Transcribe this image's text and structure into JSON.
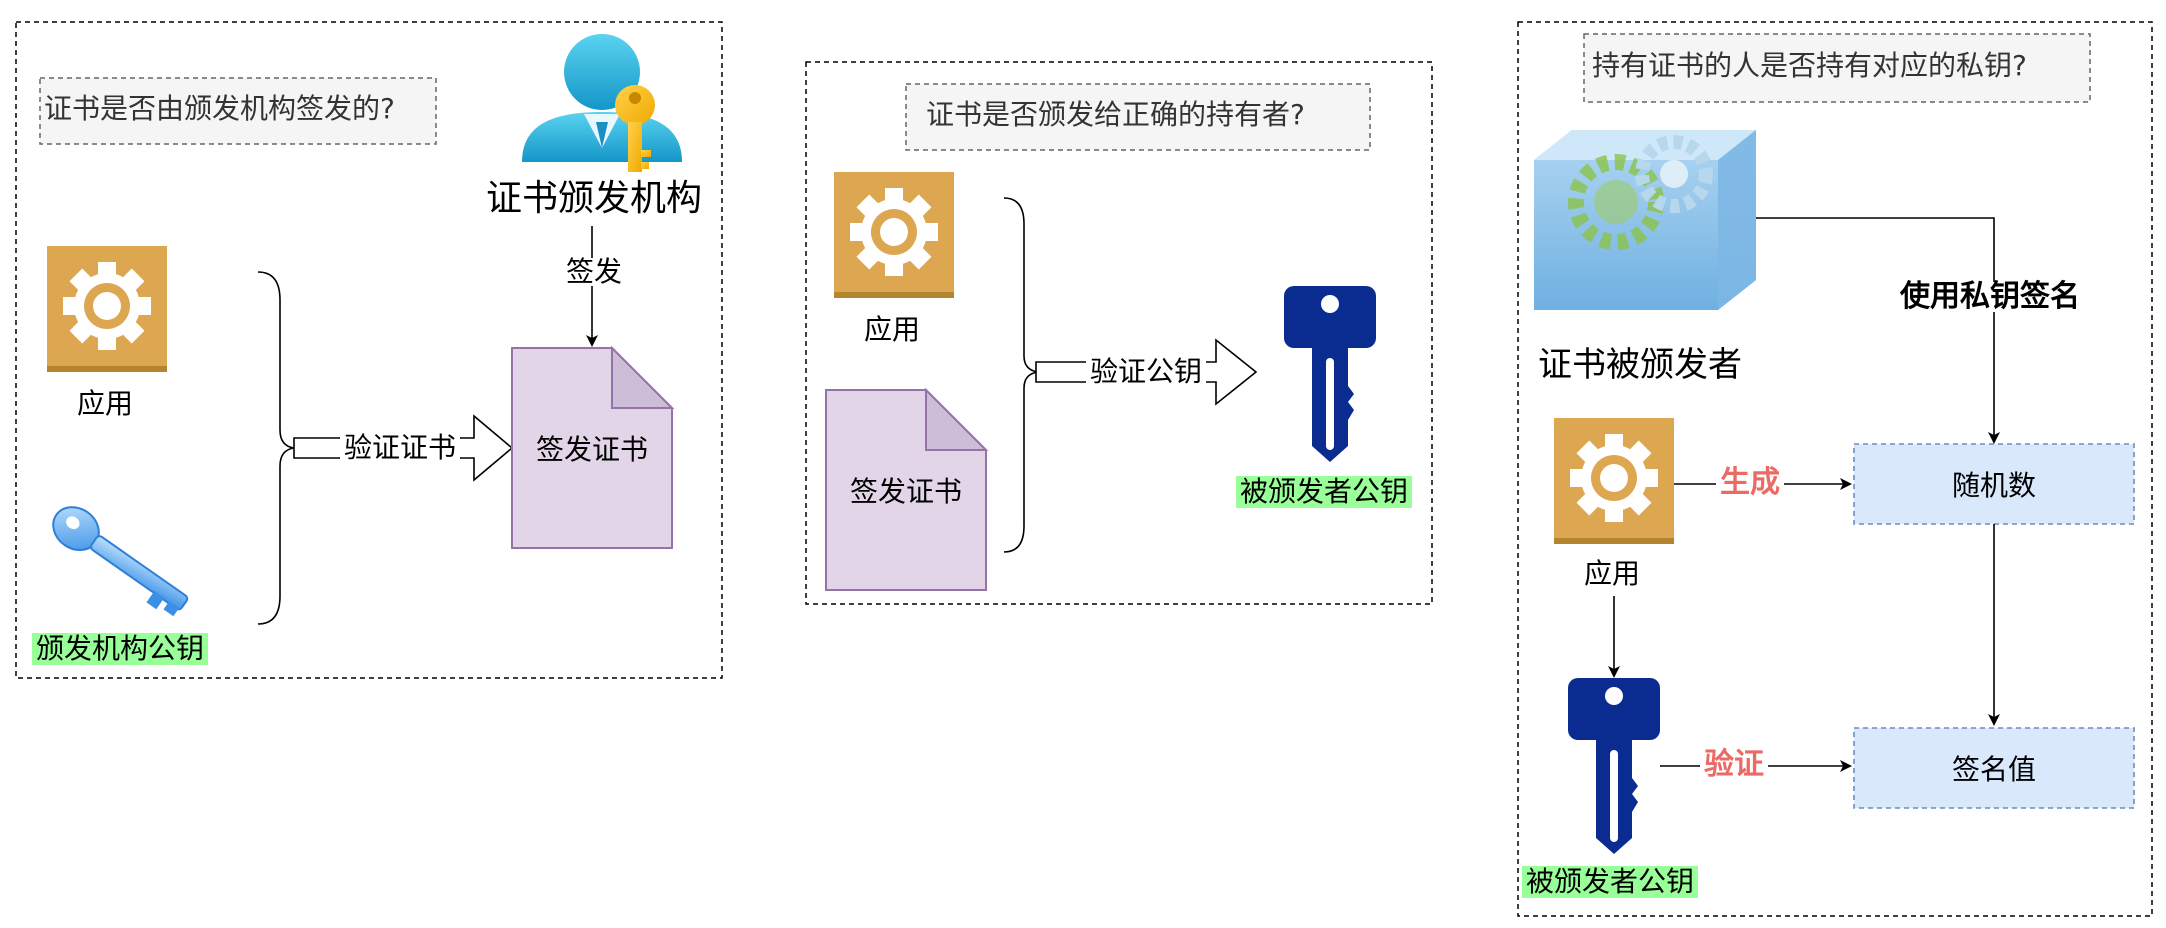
{
  "colors": {
    "gear_tile": "#DDA650",
    "gear_tile_base": "#B5842F",
    "doc_fill": "#E1D5E7",
    "doc_stroke": "#9673A6",
    "note_fill": "#F5F5F5",
    "process_fill": "#DAE8FC",
    "process_stroke": "#6C8EBF",
    "key_navy": "#0A2C91",
    "highlight": "#99FF99",
    "red_label": "#EA6B66"
  },
  "panel1": {
    "question": "证书是否由颁发机构签发的?",
    "issuer_label": "证书颁发机构",
    "sign_label": "签发",
    "app_label": "应用",
    "issuer_pubkey_label": "颁发机构公钥",
    "verify_label": "验证证书",
    "doc_label": "签发证书",
    "icons": [
      "gear-icon",
      "person-with-key-icon",
      "blue-key-icon",
      "document-icon"
    ]
  },
  "panel2": {
    "question": "证书是否颁发给正确的持有者?",
    "app_label": "应用",
    "doc_label": "签发证书",
    "verify_label": "验证公钥",
    "holder_pubkey_label": "被颁发者公钥",
    "icons": [
      "gear-icon",
      "document-icon",
      "navy-key-icon"
    ]
  },
  "panel3": {
    "question": "持有证书的人是否持有对应的私钥?",
    "holder_label": "证书被颁发者",
    "sign_with_private_label": "使用私钥签名",
    "generate_label": "生成",
    "random_label": "随机数",
    "app_label": "应用",
    "verify_label": "验证",
    "signature_label": "签名值",
    "holder_pubkey_label": "被颁发者公钥",
    "icons": [
      "gear-cube-icon",
      "gear-icon",
      "navy-key-icon"
    ]
  }
}
